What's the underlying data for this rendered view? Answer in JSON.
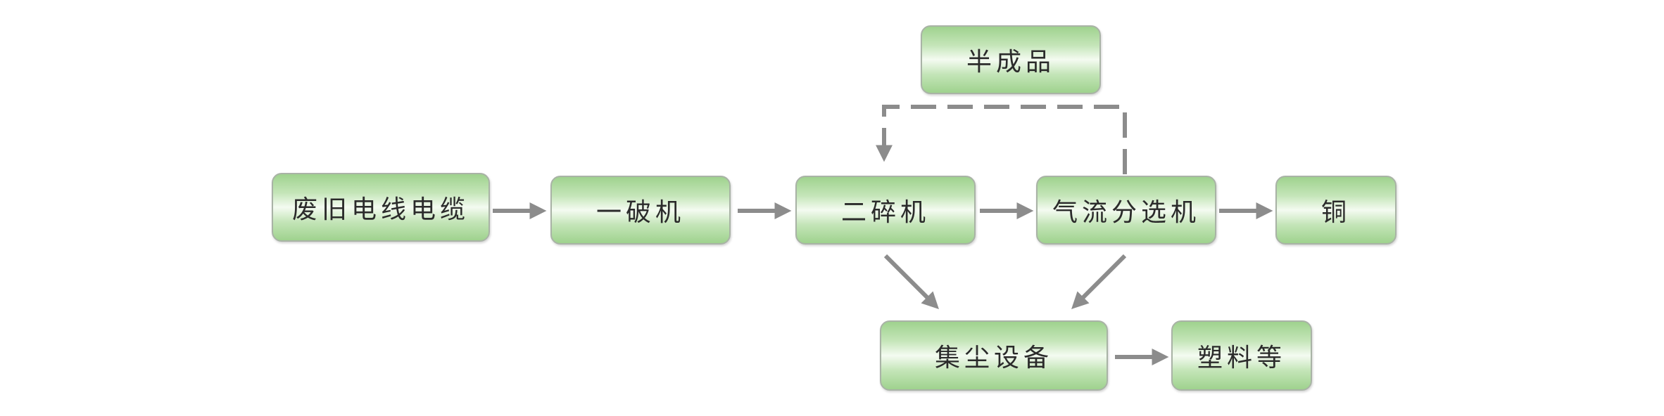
{
  "nodes": {
    "scrap_cable": "废旧电线电缆",
    "primary_crusher": "一破机",
    "secondary_crusher": "二碎机",
    "airflow_separator": "气流分选机",
    "copper": "铜",
    "semi_finished": "半成品",
    "dust_collector": "集尘设备",
    "plastics": "塑料等"
  },
  "edges": [
    {
      "from": "scrap_cable",
      "to": "primary_crusher",
      "style": "solid"
    },
    {
      "from": "primary_crusher",
      "to": "secondary_crusher",
      "style": "solid"
    },
    {
      "from": "secondary_crusher",
      "to": "airflow_separator",
      "style": "solid"
    },
    {
      "from": "airflow_separator",
      "to": "copper",
      "style": "solid"
    },
    {
      "from": "airflow_separator",
      "to": "secondary_crusher",
      "via": "semi_finished",
      "style": "dashed"
    },
    {
      "from": "secondary_crusher",
      "to": "dust_collector",
      "style": "solid"
    },
    {
      "from": "airflow_separator",
      "to": "dust_collector",
      "style": "solid"
    },
    {
      "from": "dust_collector",
      "to": "plastics",
      "style": "solid"
    }
  ],
  "colors": {
    "node_fill": "#a8d896",
    "node_border": "#a9b3a6",
    "arrow": "#8c8c8c",
    "text": "#2b2b2b"
  }
}
